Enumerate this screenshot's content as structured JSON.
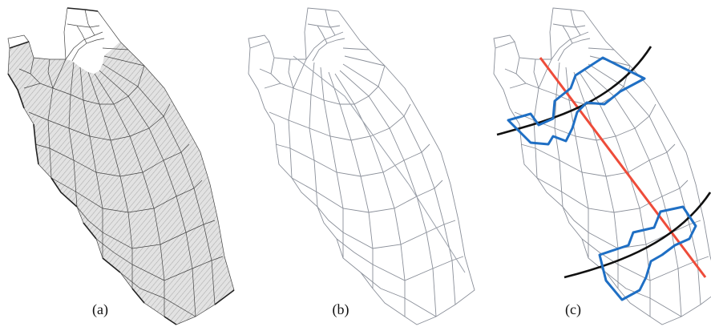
{
  "figure": {
    "panels": [
      {
        "id": "a",
        "label": "(a)"
      },
      {
        "id": "b",
        "label": "(b)"
      },
      {
        "id": "c",
        "label": "(c)"
      }
    ]
  },
  "colors": {
    "mesh": "#8a8f99",
    "mesh_dark": "#444444",
    "fill": "#d9d9d9",
    "highlight_cells": "#1f6fc4",
    "red_line": "#ee4c3a",
    "black_arc": "#111111"
  }
}
